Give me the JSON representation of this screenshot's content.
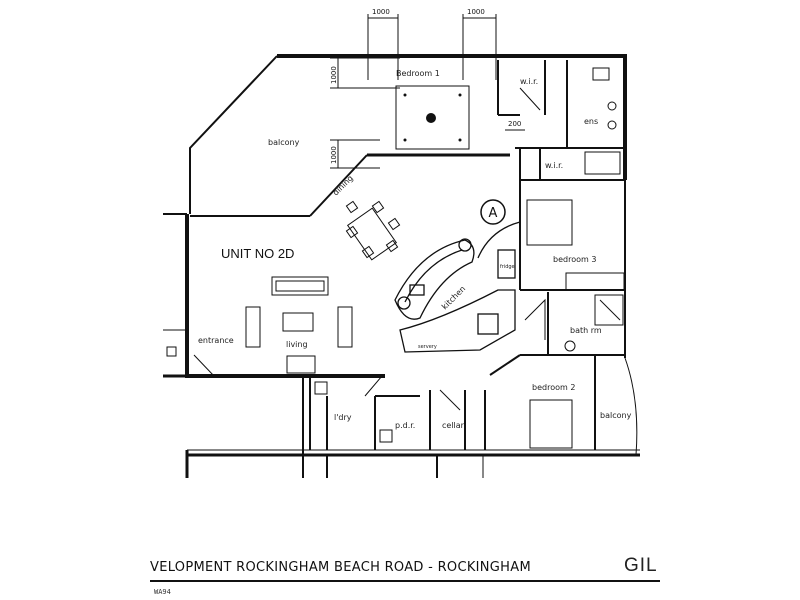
{
  "plan": {
    "unit_label": "UNIT NO 2D",
    "marker": "A",
    "rooms": {
      "bedroom1": "Bedroom 1",
      "wir": "w.i.r.",
      "ens": "ens",
      "balcony_top": "balcony",
      "dining": "dining",
      "kitchen": "kitchen",
      "fridge": "fridge",
      "bedroom3": "bedroom 3",
      "bathrm": "bath rm",
      "entrance": "entrance",
      "living": "living",
      "bedroom2": "bedroom 2",
      "balcony_right": "balcony",
      "ldry": "l'dry",
      "pdr": "p.d.r.",
      "cellar": "cellar",
      "servery": "servery"
    },
    "dimensions": [
      "1000",
      "1000",
      "1000",
      "1000",
      "200"
    ]
  },
  "footer": {
    "title": "VELOPMENT ROCKINGHAM BEACH ROAD - ROCKINGHAM",
    "title_right": "GIL",
    "ref_code": "WA94"
  }
}
